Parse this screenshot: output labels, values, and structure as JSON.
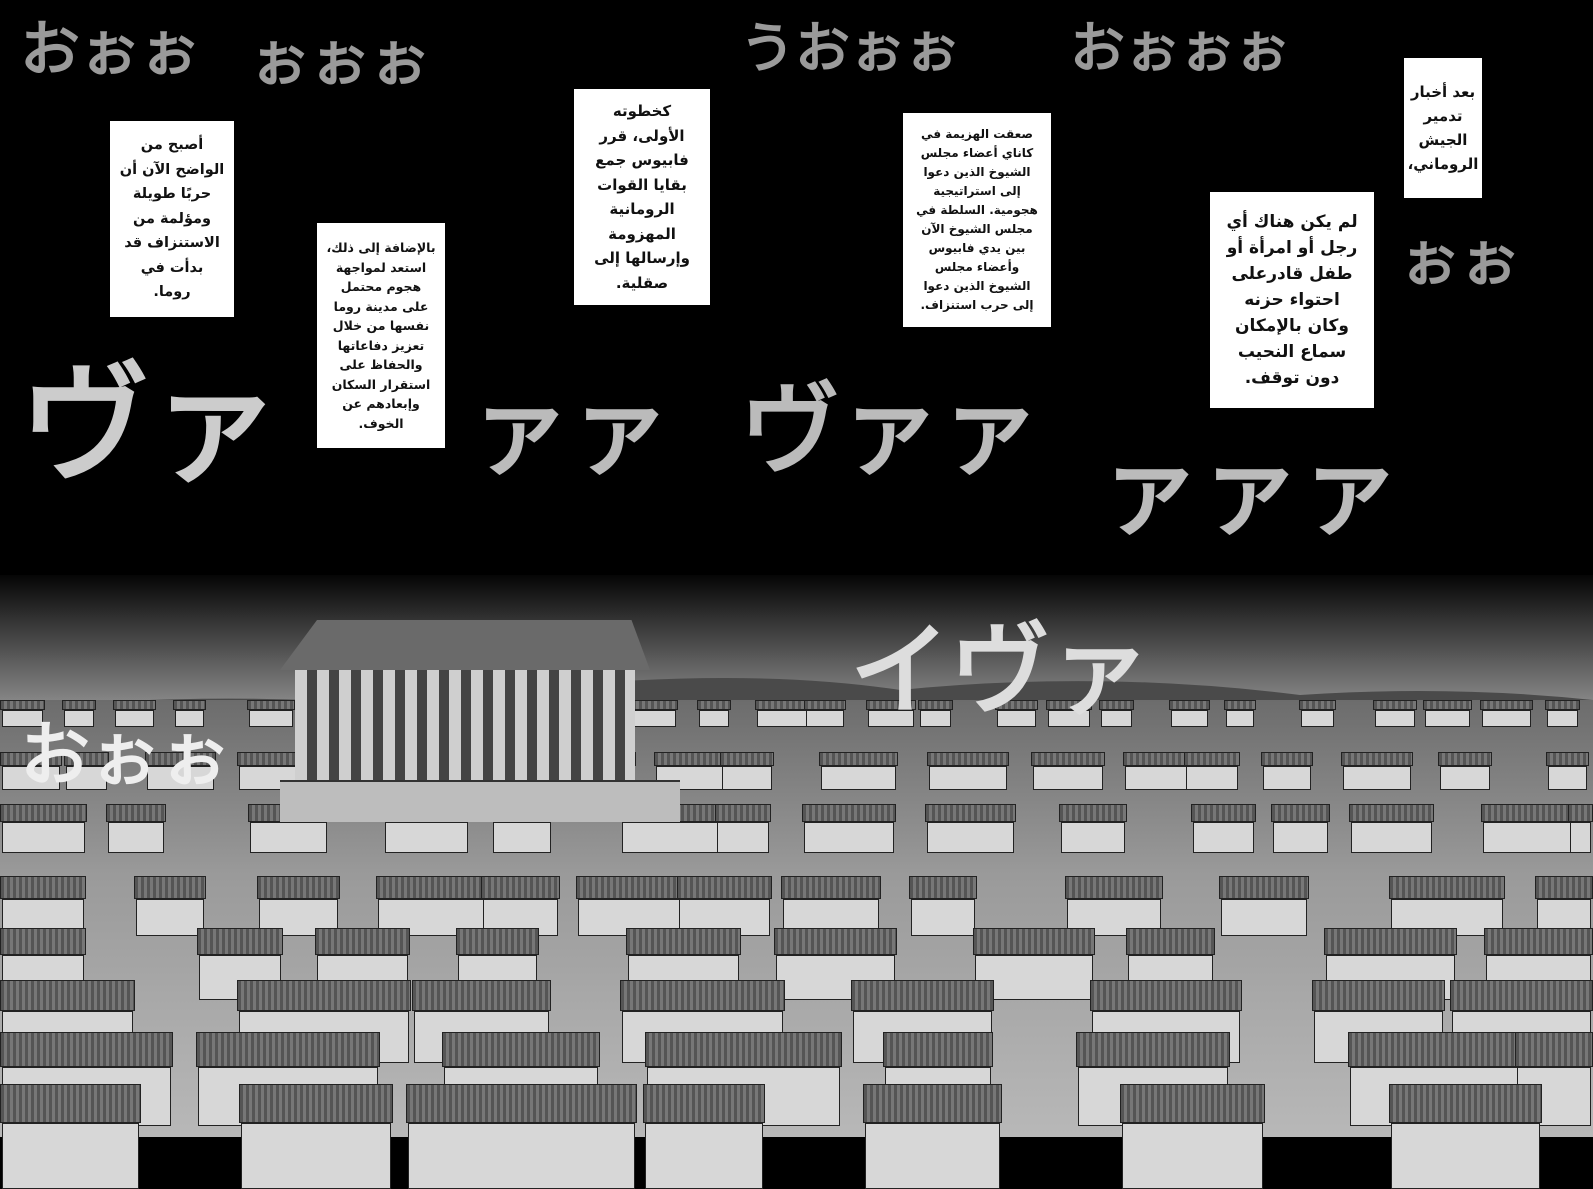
{
  "captions": [
    {
      "text": "بعد أخبار\nتدمير\nالجيش\nالروماني،"
    },
    {
      "text": "لم يكن هناك أي\nرجل أو امرأة أو\nطفل قادرعلى\nاحتواء حزنه\nوكان بالإمكان\nسماع النحيب\nدون توقف."
    },
    {
      "text": "صعقت الهزيمة في\nكاناي أعضاء مجلس\nالشيوخ الذين دعوا\nإلى استراتيجية\nهجومية. السلطة في\nمجلس الشيوخ الآن\nبين يدي فابيوس\nوأعضاء مجلس\nالشيوخ الذين دعوا\nإلى حرب استنزاف."
    },
    {
      "text": "كخطوته\nالأولى، قرر\nفابيوس جمع\nبقايا القوات\nالرومانية\nالمهزومة\nوإرسالها إلى\nصقلية."
    },
    {
      "text": "بالإضافة إلى ذلك،\nاستعد لمواجهة\nهجوم محتمل\nعلى مدينة روما\nنفسها من خلال\nتعزيز دفاعاتها\nوالحفاظ على\nاستقرار السكان\nوإبعادهم عن\nالخوف."
    },
    {
      "text": "أصبح من\nالواضح الآن أن\nحربًا طويلة\nومؤلمة من\nالاستنزاف قد\nبدأت في\nروما."
    }
  ],
  "sfx": [
    "おぉぉ",
    "ぉぉぉ",
    "うおぉぉ",
    "おぉぉぉ",
    "ぉぉ",
    "ヴァ",
    "ァァ",
    "ヴァァ",
    "ァァァ",
    "イヴァ",
    "おぉぉ"
  ]
}
